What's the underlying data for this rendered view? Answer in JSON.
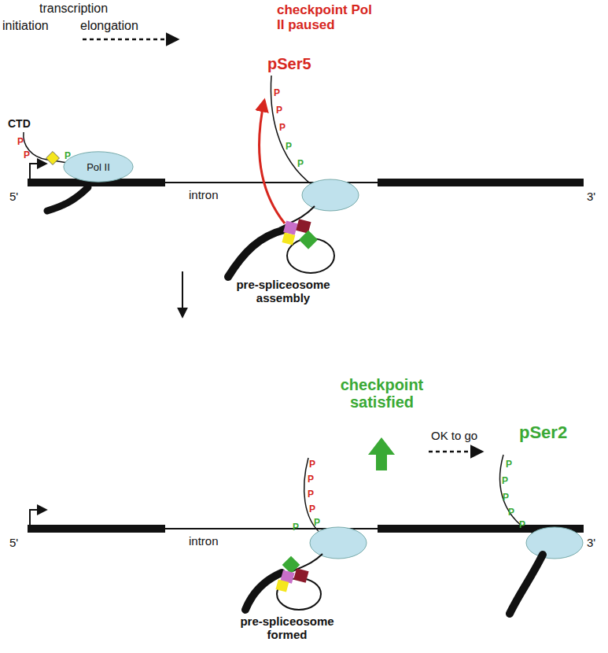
{
  "diagram": {
    "nodes": [
      {
        "text": [
          "Pol II"
        ]
      }
    ],
    "labels": [
      "transcription",
      "initiation",
      "elongation",
      "checkpoint Pol II paused",
      "CTD",
      "P",
      "P",
      "P",
      "pSer5",
      "P",
      "P",
      "P",
      "P",
      "P",
      "5'",
      "intron",
      "3'",
      "pre-spliceosome assembly",
      "checkpoint satisfied",
      "OK to go",
      "pSer2",
      "P",
      "P",
      "P",
      "P",
      "P",
      "P",
      "P",
      "P",
      "P",
      "P",
      "P",
      "5'",
      "intron",
      "3'",
      "pre-spliceosome formed"
    ]
  }
}
